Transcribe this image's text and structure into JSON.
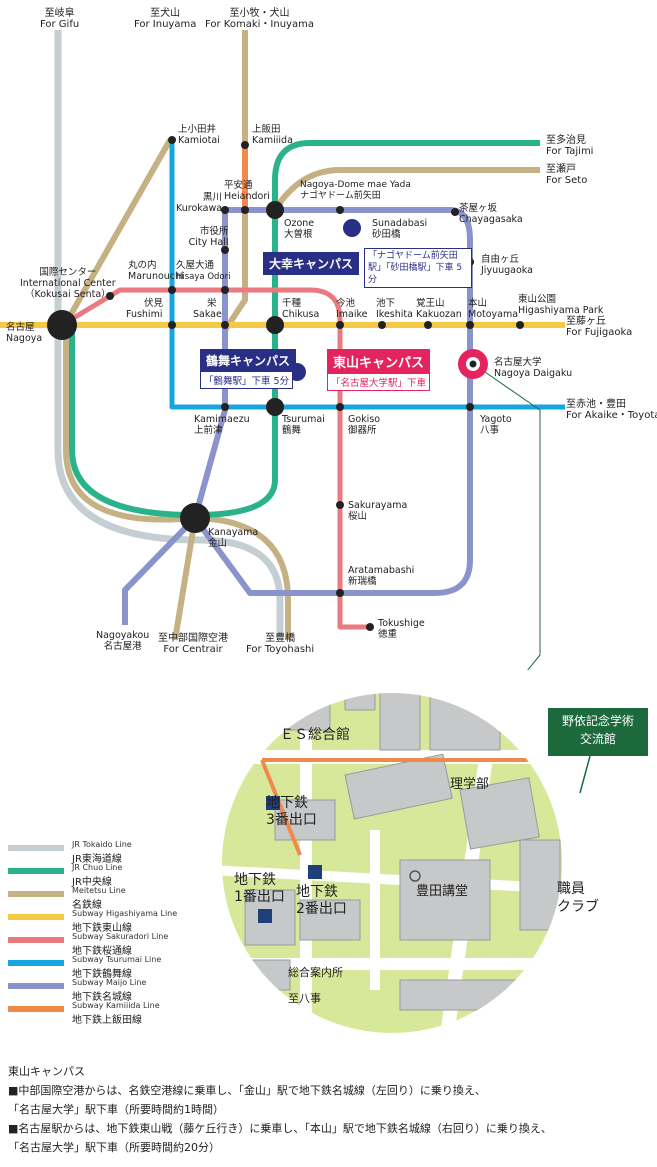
{
  "directions": {
    "gifu": {
      "jp": "至岐阜",
      "en": "For Gifu"
    },
    "inuyama": {
      "jp": "至犬山",
      "en": "For Inuyama"
    },
    "komaki": {
      "jp": "至小牧・犬山",
      "en": "For Komaki・Inuyama"
    },
    "tajimi": {
      "jp": "至多治見",
      "en": "For Tajimi"
    },
    "seto": {
      "jp": "至瀬戸",
      "en": "For Seto"
    },
    "fujigaoka": {
      "jp": "至藤ヶ丘",
      "en": "For Fujigaoka"
    },
    "akaike": {
      "jp": "至赤池・豊田",
      "en": "For Akaike・Toyota"
    },
    "centrair": {
      "jp": "至中部国際空港",
      "en": "For Centrair"
    },
    "toyohashi": {
      "jp": "至豊橋",
      "en": "For Toyohashi"
    }
  },
  "stations": {
    "kamiotai": {
      "jp": "上小田井",
      "en": "Kamiotai"
    },
    "kamiiida": {
      "jp": "上飯田",
      "en": "Kamiiida"
    },
    "kurokawa": {
      "jp": "黒川",
      "en": "Kurokawa"
    },
    "heiandori": {
      "jp": "平安通",
      "en": "Heiandori"
    },
    "nagoya_dome": {
      "en": "Nagoya-Dome mae Yada",
      "jp": "ナゴヤドーム前矢田"
    },
    "chayagasaka": {
      "jp": "茶屋ヶ坂",
      "en": "Chayagasaka"
    },
    "ozone": {
      "en": "Ozone",
      "jp": "大曽根"
    },
    "sunadabasi": {
      "en": "Sunadabasi",
      "jp": "砂田橋"
    },
    "cityhall": {
      "jp": "市役所",
      "en": "City Hall"
    },
    "jiyugaoka": {
      "jp": "自由ヶ丘",
      "en": "Jiyuugaoka"
    },
    "kokusai": {
      "jp": "国際センター",
      "en": "International Center",
      "en2": "（Kokusai Senta）"
    },
    "marunouchi": {
      "jp": "丸の内",
      "en": "Marunouchi"
    },
    "hisaya": {
      "jp": "久屋大通",
      "en": "Hisaya Odori"
    },
    "fushimi": {
      "jp": "伏見",
      "en": "Fushimi"
    },
    "sakae": {
      "jp": "栄",
      "en": "Sakae"
    },
    "chikusa": {
      "jp": "千種",
      "en": "Chikusa"
    },
    "imaike": {
      "jp": "今池",
      "en": "Imaike"
    },
    "ikeshita": {
      "jp": "池下",
      "en": "Ikeshita"
    },
    "kakuozan": {
      "jp": "覚王山",
      "en": "Kakuozan"
    },
    "motoyama": {
      "jp": "本山",
      "en": "Motoyama"
    },
    "higashiyama": {
      "jp": "東山公園",
      "en": "Higashiyama Park"
    },
    "nagoya": {
      "jp": "名古屋",
      "en": "Nagoya"
    },
    "nagoya_daigaku": {
      "jp": "名古屋大学",
      "en": "Nagoya Daigaku"
    },
    "kamimaezu": {
      "en": "Kamimaezu",
      "jp": "上前津"
    },
    "tsurumai": {
      "en": "Tsurumai",
      "jp": "鶴舞"
    },
    "gokiso": {
      "en": "Gokiso",
      "jp": "御器所"
    },
    "yagoto": {
      "en": "Yagoto",
      "jp": "八事"
    },
    "kanayama": {
      "en": "Kanayama",
      "jp": "金山"
    },
    "sakurayama": {
      "en": "Sakurayama",
      "jp": "桜山"
    },
    "aratamabashi": {
      "en": "Aratamabashi",
      "jp": "新瑞橋"
    },
    "tokushige": {
      "en": "Tokushige",
      "jp": "徳重"
    },
    "nagoyakou": {
      "en": "Nagoyakou",
      "jp": "名古屋港"
    }
  },
  "campuses": {
    "daiko": {
      "name": "大幸キャンパス",
      "note": "「ナゴヤドーム前矢田駅」「砂田橋駅」下車 5分"
    },
    "tsurumai": {
      "name": "鶴舞キャンパス",
      "note": "「鶴舞駅」下車 5分"
    },
    "higashiyama": {
      "name": "東山キャンパス",
      "note": "「名古屋大学駅」下車"
    }
  },
  "campus_map": {
    "es": "ＥＳ総合館",
    "rigaku": "理学部",
    "exit3": [
      "地下鉄",
      "3番出口"
    ],
    "exit1": [
      "地下鉄",
      "1番出口"
    ],
    "exit2": [
      "地下鉄",
      "2番出口"
    ],
    "toyoda": "豊田講堂",
    "shokuin": [
      "職員",
      "クラブ"
    ],
    "sogo": "総合案内所",
    "yagoto_dir": "至八事",
    "noyori": [
      "野依記念学術",
      "交流館"
    ]
  },
  "legend": [
    {
      "en": "JR Tokaido Line",
      "jp": "JR東海道線",
      "color": "#c5cfd3"
    },
    {
      "en": "JR Chuo Line",
      "jp": "JR中央線",
      "color": "#2ab38a"
    },
    {
      "en": "Meitetsu Line",
      "jp": "名鉄線",
      "color": "#c6b184"
    },
    {
      "en": "Subway Higashiyama Line",
      "jp": "地下鉄東山線",
      "color": "#f7c843"
    },
    {
      "en": "Subway Sakuradori Line",
      "jp": "地下鉄桜通線",
      "color": "#eb7980"
    },
    {
      "en": "Subway Tsurumai Line",
      "jp": "地下鉄鶴舞線",
      "color": "#17a5e0"
    },
    {
      "en": "Subway Maijo Line",
      "jp": "地下鉄名城線",
      "color": "#8b93cc"
    },
    {
      "en": "Subway Kamiiida Line",
      "jp": "地下鉄上飯田線",
      "color": "#f08a4a"
    }
  ],
  "access": {
    "title": "東山キャンパス",
    "line1": "■中部国際空港からは、名鉄空港線に乗車し、「金山」駅で地下鉄名城線（左回り）に乗り換え、",
    "line2": "「名古屋大学」駅下車（所要時間約1時間）",
    "line3": "■名古屋駅からは、地下鉄東山戦（藤ケ丘行き）に乗車し、「本山」駅で地下鉄名城線（右回り）に乗り換え、",
    "line4": "「名古屋大学」駅下車（所要時間約20分）"
  },
  "colors": {
    "jr_tokaido": "#c5cfd3",
    "jr_chuo": "#2ab38a",
    "meitetsu": "#c6b184",
    "higashiyama": "#f7c843",
    "sakuradori": "#eb7980",
    "tsurumai": "#17a5e0",
    "meijo": "#8b93cc",
    "kamiiida": "#f08a4a",
    "campus_navy": "#2a2f86",
    "campus_red": "#e3245e",
    "campus_green": "#1c6a3c",
    "map_bg": "#d8e89a"
  }
}
